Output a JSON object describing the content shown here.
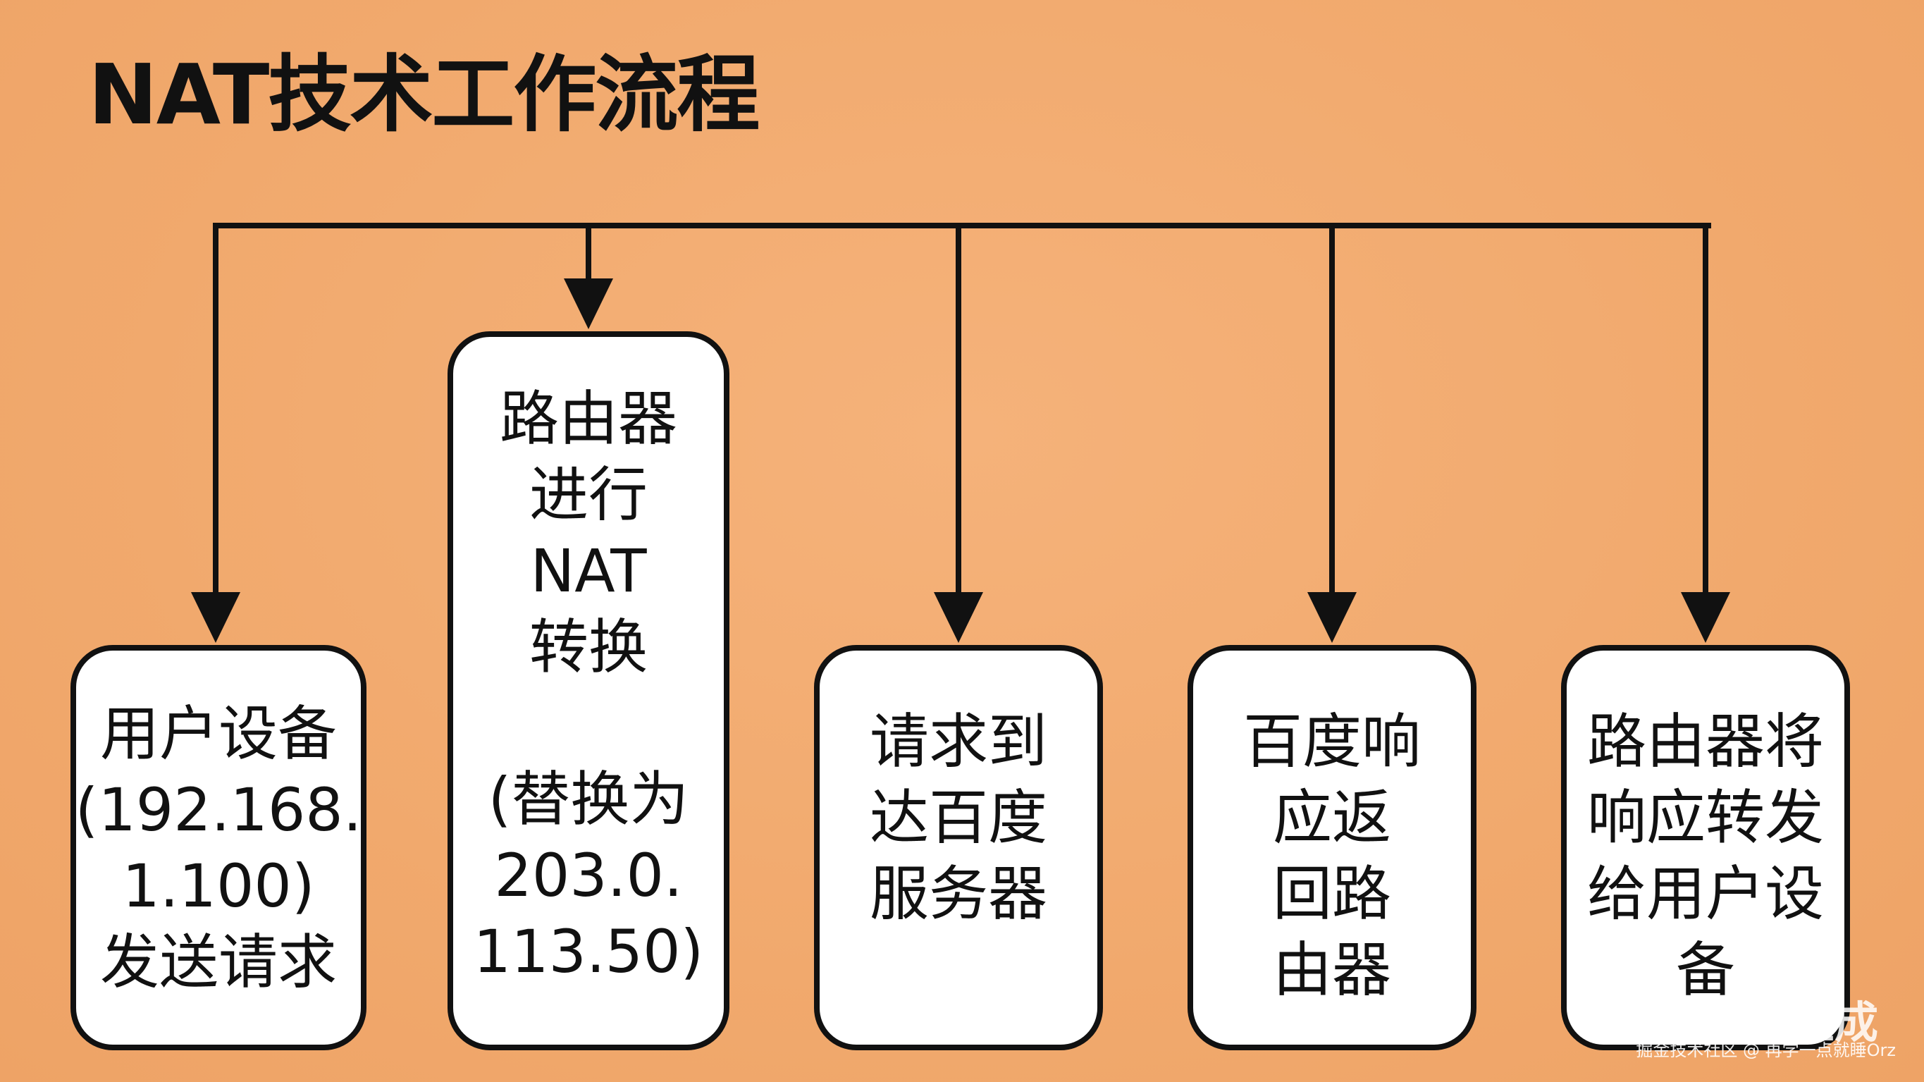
{
  "title": "NAT技术工作流程",
  "boxes": [
    {
      "lines": [
        "用户设备",
        "(192.168.",
        "1.100)",
        "发送请求"
      ]
    },
    {
      "lines": [
        "路由器",
        "进行",
        "NAT",
        "转换",
        "",
        "(替换为",
        "203.0.",
        "113.50)"
      ]
    },
    {
      "lines": [
        "请求到",
        "达百度",
        "服务器"
      ]
    },
    {
      "lines": [
        "百度响",
        "应返",
        "回路",
        "由器"
      ]
    },
    {
      "lines": [
        "路由器将",
        "响应转发",
        "给用户设",
        "备"
      ]
    }
  ],
  "watermark": "豆包AI生成",
  "credit": "掘金技术社区 @ 再学一点就睡Orz",
  "colors": {
    "background": "#F2AA6E",
    "box_fill": "#FFFFFF",
    "stroke": "#111111"
  }
}
